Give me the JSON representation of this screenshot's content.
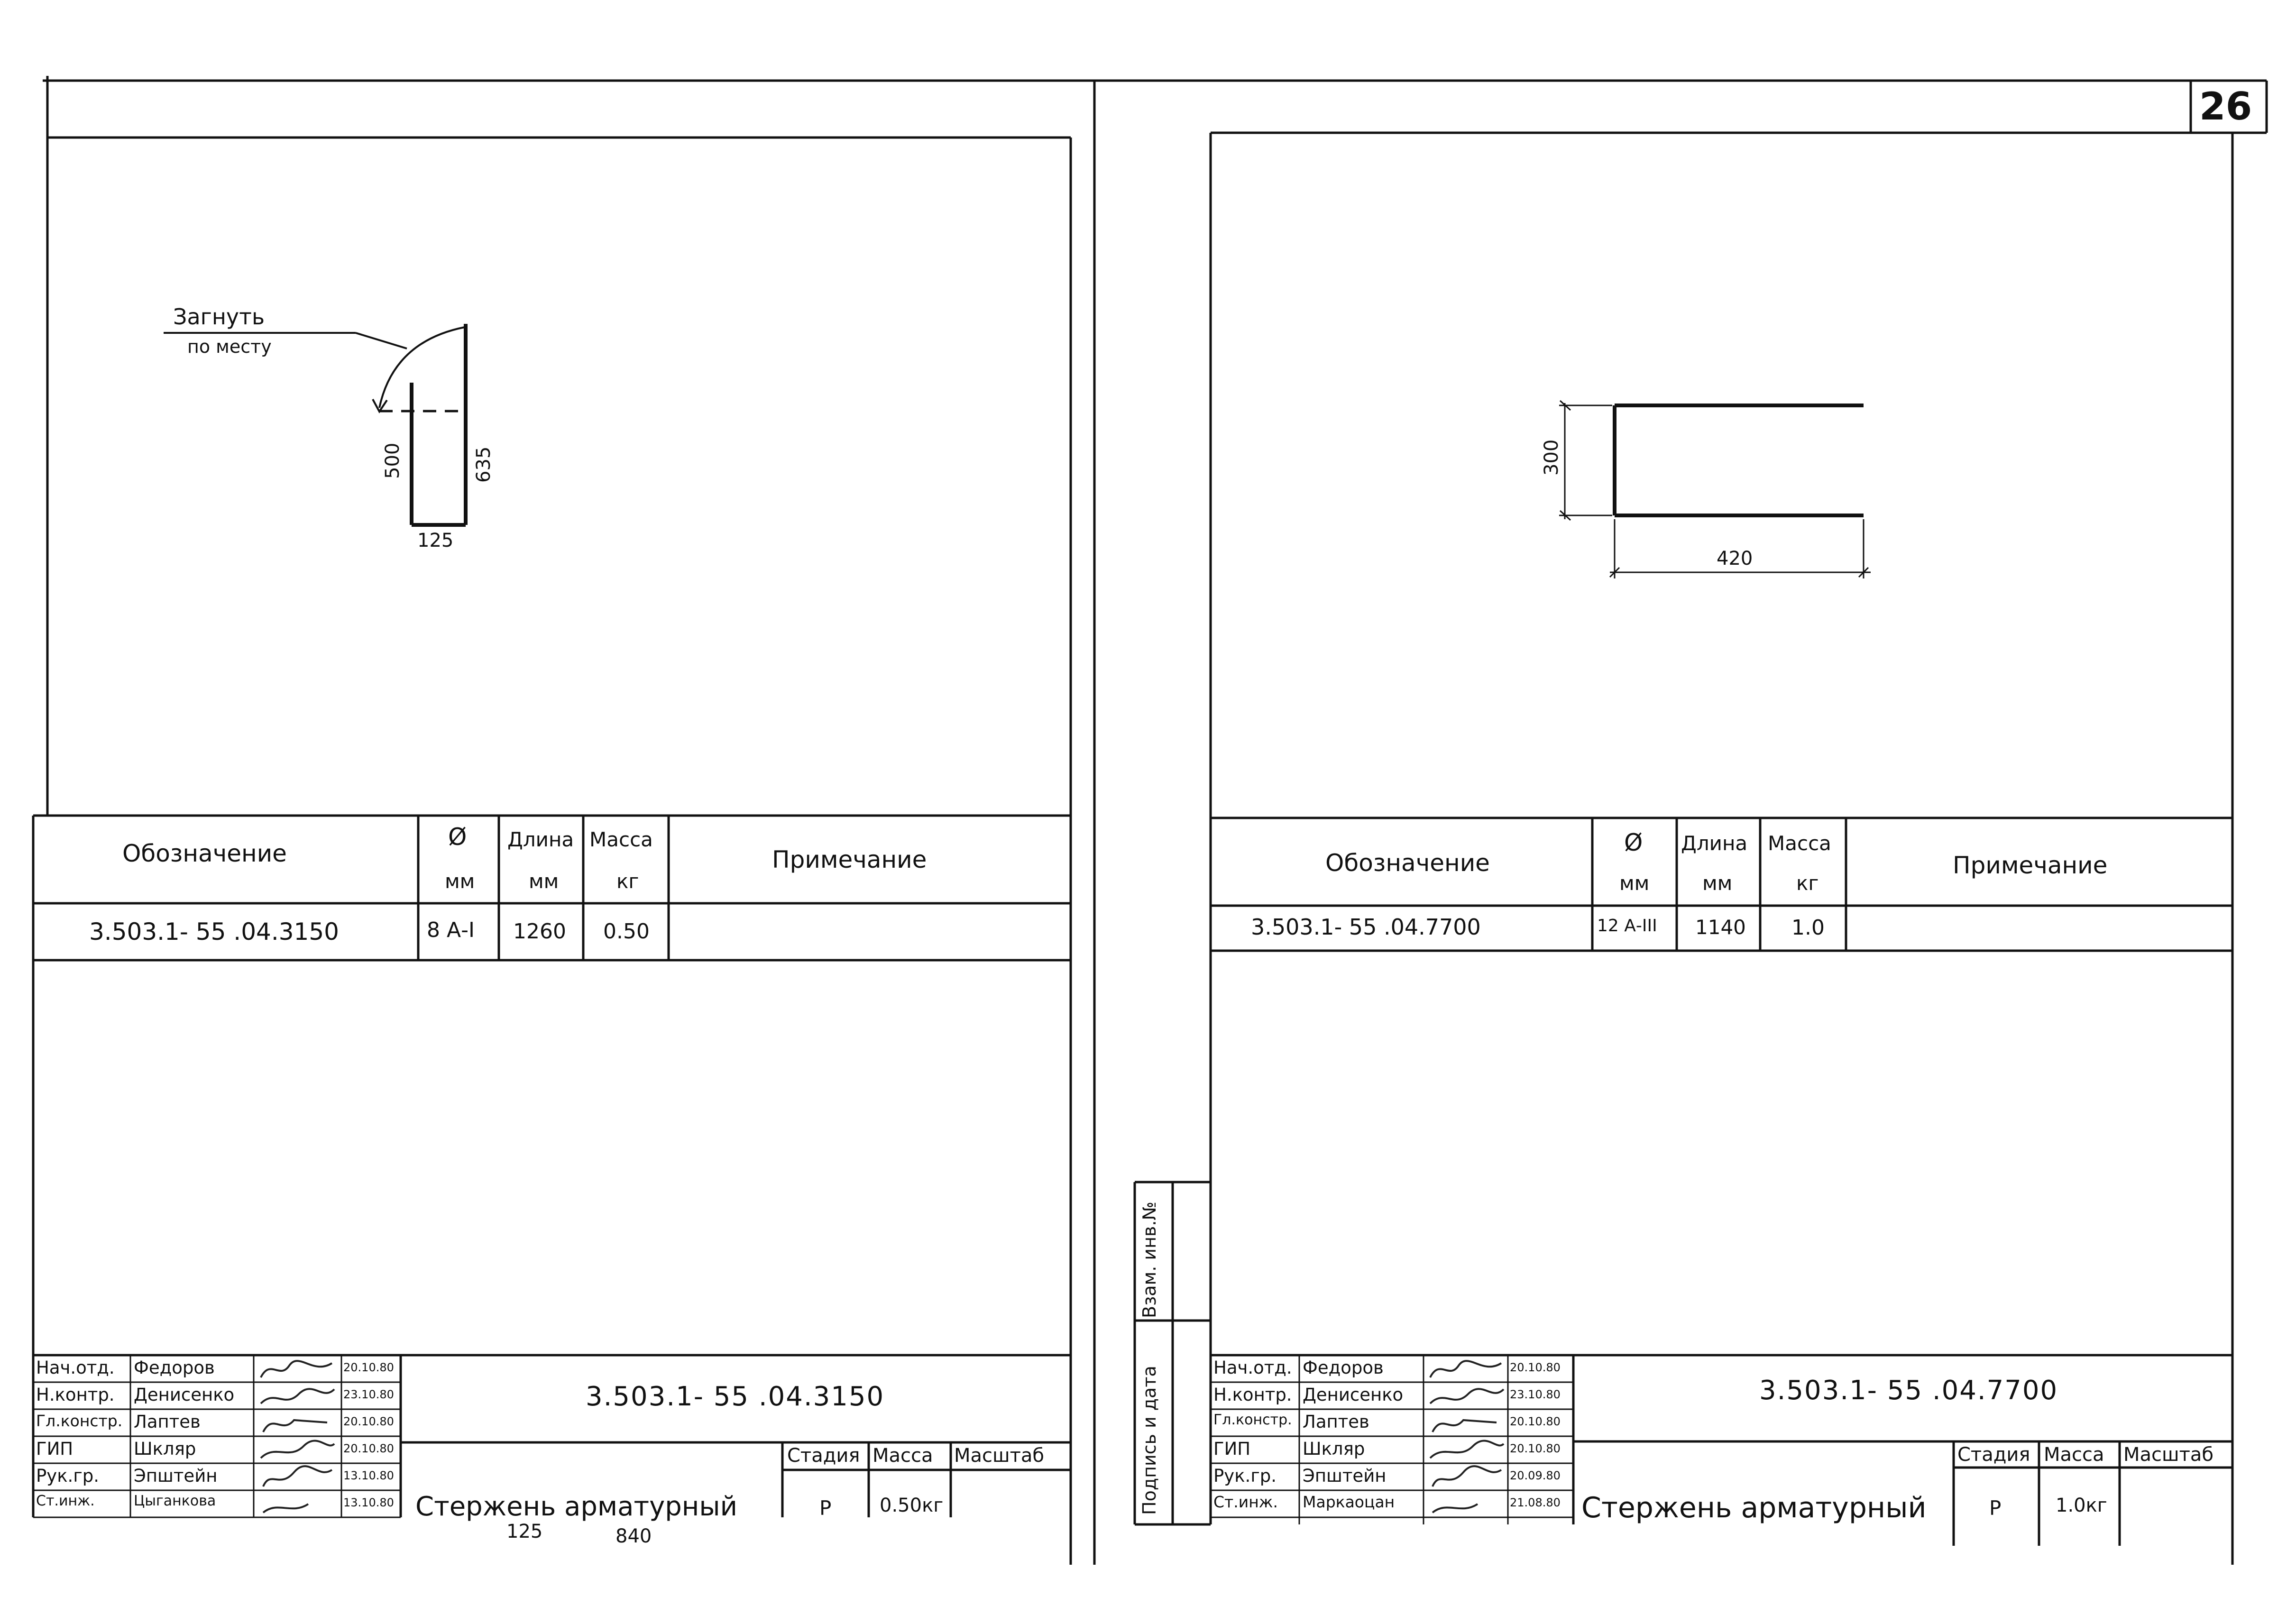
{
  "sheet_number": "26",
  "side_stamp": {
    "replace_inv": "Взам. инв.№",
    "sign_date": "Подпись и дата"
  },
  "left": {
    "drawing": {
      "note_line1": "Загнуть",
      "note_line2": "по месту",
      "dim_500": "500",
      "dim_635": "635",
      "dim_125": "125"
    },
    "table": {
      "headers": {
        "designation": "Обозначение",
        "dia": "Ø",
        "dia_unit": "мм",
        "length": "Длина",
        "length_unit": "мм",
        "mass": "Масса",
        "mass_unit": "кг",
        "note": "Примечание"
      },
      "row": {
        "designation": "3.503.1- 55 .04.3150",
        "dia": "8 А-I",
        "length": "1260",
        "mass": "0.50",
        "note": ""
      }
    },
    "title_block": {
      "rows": [
        {
          "role": "Нач.отд.",
          "name": "Федоров",
          "date": "20.10.80"
        },
        {
          "role": "Н.контр.",
          "name": "Денисенко",
          "date": "23.10.80"
        },
        {
          "role": "Гл.констр.",
          "name": "Лаптев",
          "date": "20.10.80"
        },
        {
          "role": "ГИП",
          "name": "Шкляр",
          "date": "20.10.80"
        },
        {
          "role": "Рук.гр.",
          "name": "Эпштейн",
          "date": "13.10.80"
        },
        {
          "role": "Ст.инж.",
          "name": "Цыганкова",
          "date": "13.10.80"
        }
      ],
      "code": "3.503.1- 55 .04.3150",
      "name": "Стержень арматурный",
      "stage_label": "Стадия",
      "mass_label": "Масса",
      "scale_label": "Масштаб",
      "stage": "Р",
      "mass": "0.50кг",
      "scale": "",
      "extra1": "125",
      "extra2": "840"
    }
  },
  "right": {
    "drawing": {
      "dim_300": "300",
      "dim_420": "420"
    },
    "table": {
      "headers": {
        "designation": "Обозначение",
        "dia": "Ø",
        "dia_unit": "мм",
        "length": "Длина",
        "length_unit": "мм",
        "mass": "Масса",
        "mass_unit": "кг",
        "note": "Примечание"
      },
      "row": {
        "designation": "3.503.1- 55 .04.7700",
        "dia": "12 А-III",
        "length": "1140",
        "mass": "1.0",
        "note": ""
      }
    },
    "title_block": {
      "rows": [
        {
          "role": "Нач.отд.",
          "name": "Федоров",
          "date": "20.10.80"
        },
        {
          "role": "Н.контр.",
          "name": "Денисенко",
          "date": "23.10.80"
        },
        {
          "role": "Гл.констр.",
          "name": "Лаптев",
          "date": "20.10.80"
        },
        {
          "role": "ГИП",
          "name": "Шкляр",
          "date": "20.10.80"
        },
        {
          "role": "Рук.гр.",
          "name": "Эпштейн",
          "date": "20.09.80"
        },
        {
          "role": "Ст.инж.",
          "name": "Маркаоцан",
          "date": "21.08.80"
        }
      ],
      "code": "3.503.1- 55 .04.7700",
      "name": "Стержень арматурный",
      "stage_label": "Стадия",
      "mass_label": "Масса",
      "scale_label": "Масштаб",
      "stage": "Р",
      "mass": "1.0кг",
      "scale": ""
    }
  }
}
